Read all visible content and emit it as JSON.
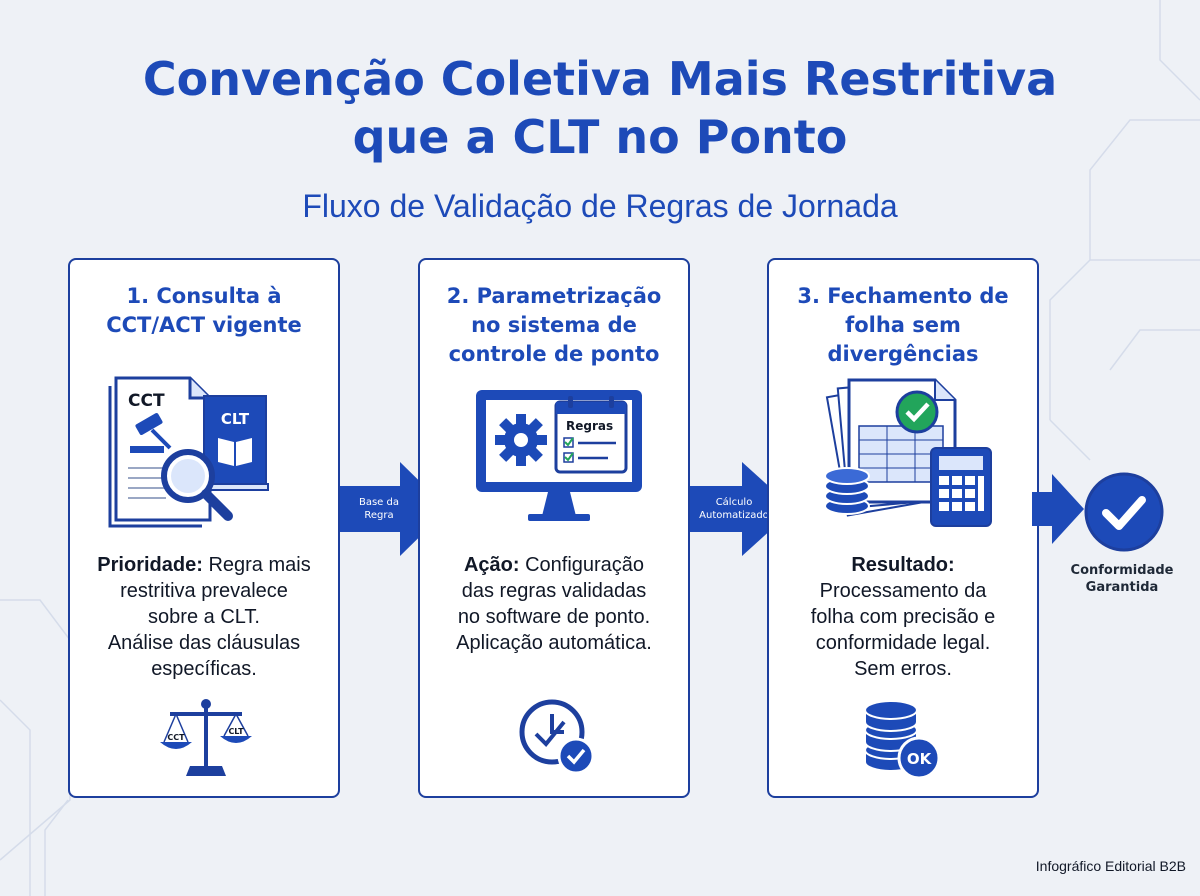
{
  "header": {
    "title_lines": [
      "Convenção Coletiva Mais Restritiva",
      "que a CLT no Ponto"
    ],
    "subtitle": "Fluxo de Validação de Regras de Jornada"
  },
  "steps": [
    {
      "title_lines": [
        "1. Consulta à",
        "CCT/ACT vigente"
      ],
      "label": "Prioridade:",
      "text_lines": [
        "Regra mais",
        "restritiva prevalece",
        "sobre a CLT.",
        "Análise das cláusulas",
        "específicas."
      ],
      "illustration": {
        "doc_label": "CCT",
        "book_label": "CLT",
        "icons": [
          "document-icon",
          "gavel-icon",
          "book-icon",
          "magnifier-icon"
        ]
      },
      "bottom_icon": {
        "name": "scales-icon",
        "left_label": "CCT",
        "right_label": "CLT"
      }
    },
    {
      "title_lines": [
        "2. Parametrização",
        "no sistema de",
        "controle de ponto"
      ],
      "label": "Ação:",
      "text_lines": [
        "Configuração",
        "das regras validadas",
        "no software de ponto.",
        "Aplicação automática."
      ],
      "illustration": {
        "calendar_label": "Regras",
        "icons": [
          "monitor-icon",
          "gear-icon",
          "calendar-checklist-icon"
        ]
      },
      "bottom_icon": {
        "name": "clock-check-icon"
      }
    },
    {
      "title_lines": [
        "3. Fechamento de",
        "folha sem",
        "divergências"
      ],
      "label": "Resultado:",
      "text_lines": [
        "Processamento da",
        "folha com precisão e",
        "conformidade legal.",
        "Sem erros."
      ],
      "illustration": {
        "icons": [
          "spreadsheet-icon",
          "check-circle-icon",
          "coins-icon",
          "calculator-icon"
        ]
      },
      "bottom_icon": {
        "name": "database-ok-icon",
        "badge_label": "OK"
      }
    }
  ],
  "connectors": [
    {
      "label_lines": [
        "Base da",
        "Regra"
      ]
    },
    {
      "label_lines": [
        "Cálculo",
        "Automatizado"
      ]
    }
  ],
  "final": {
    "label_lines": [
      "Conformidade",
      "Garantida"
    ],
    "icon": "check-circle-icon"
  },
  "footer": {
    "text": "Infográfico Editorial B2B"
  },
  "colors": {
    "primary_blue": "#1d4ab8",
    "dark_blue": "#1d3f9e",
    "light_blue": "#dbe6fb",
    "success_green": "#22a55b",
    "background": "#eef1f6"
  }
}
